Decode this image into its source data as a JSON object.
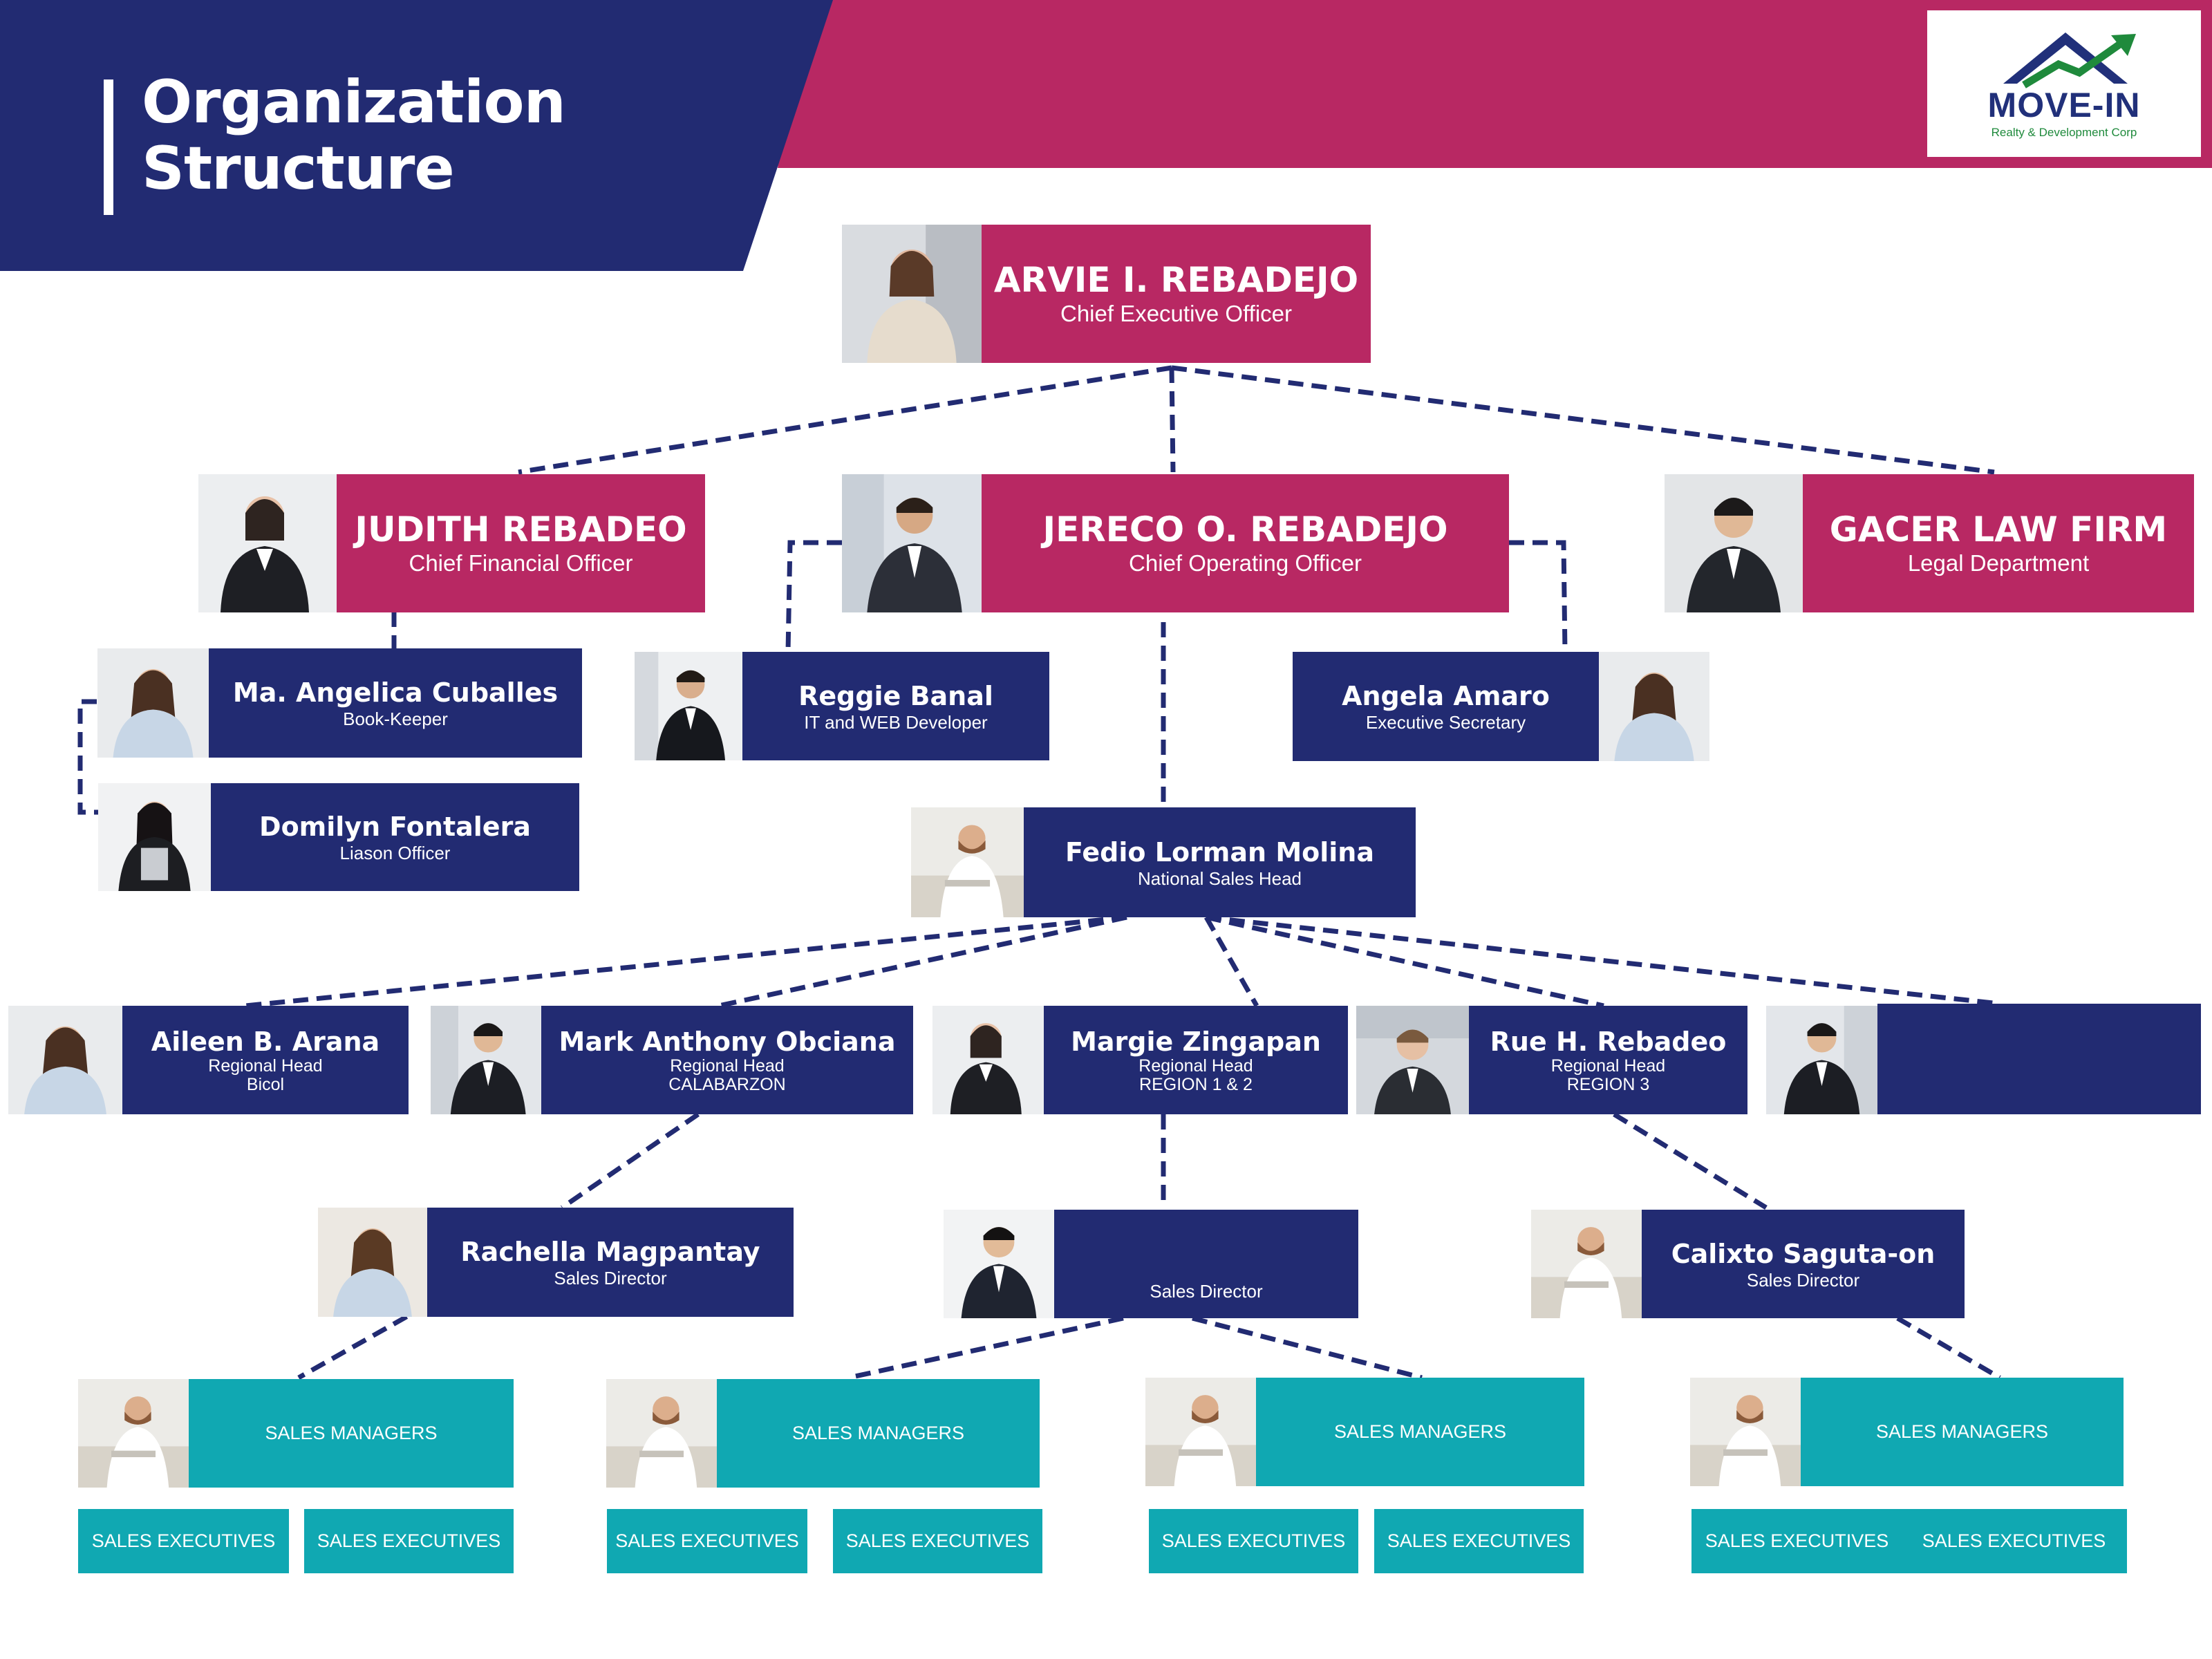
{
  "title": {
    "line1": "Organization",
    "line2": "Structure"
  },
  "logo": {
    "name": "MOVE-IN",
    "tagline": "Realty & Development Corp"
  },
  "colors": {
    "navy": "#222b72",
    "magenta": "#b82863",
    "teal": "#10a8b2",
    "connector": "#222b72",
    "logo_green": "#1f8a3c"
  },
  "ceo": {
    "name": "ARVIE I. REBADEJO",
    "role": "Chief Executive Officer"
  },
  "cfo": {
    "name": "JUDITH REBADEO",
    "role": "Chief Financial Officer"
  },
  "coo": {
    "name": "JERECO O. REBADEJO",
    "role": "Chief Operating Officer"
  },
  "legal": {
    "name": "GACER LAW FIRM",
    "role": "Legal Department"
  },
  "bookkeeper": {
    "name": "Ma. Angelica Cuballes",
    "role": "Book-Keeper"
  },
  "liaison": {
    "name": "Domilyn Fontalera",
    "role": "Liason Officer"
  },
  "it_dev": {
    "name": "Reggie Banal",
    "role": "IT and WEB Developer"
  },
  "secretary": {
    "name": "Angela Amaro",
    "role": "Executive Secretary"
  },
  "nsh": {
    "name": "Fedio Lorman Molina",
    "role": "National Sales Head"
  },
  "regional": [
    {
      "name": "Aileen B. Arana",
      "role": "Regional Head",
      "region": "Bicol"
    },
    {
      "name": "Mark Anthony Obciana",
      "role": "Regional Head",
      "region": "CALABARZON"
    },
    {
      "name": "Margie Zingapan",
      "role": "Regional Head",
      "region": "REGION 1 & 2"
    },
    {
      "name": "Rue H. Rebadeo",
      "role": "Regional Head",
      "region": "REGION 3"
    },
    {
      "name": "",
      "role": "",
      "region": ""
    }
  ],
  "directors": [
    {
      "name": "Rachella Magpantay",
      "role": "Sales Director"
    },
    {
      "name": "",
      "role": "Sales Director"
    },
    {
      "name": "Calixto Saguta-on",
      "role": "Sales Director"
    }
  ],
  "managers": [
    {
      "label": "SALES MANAGERS"
    },
    {
      "label": "SALES MANAGERS"
    },
    {
      "label": "SALES MANAGERS"
    },
    {
      "label": "SALES MANAGERS"
    }
  ],
  "executives": [
    {
      "label": "SALES EXECUTIVES"
    },
    {
      "label": "SALES EXECUTIVES"
    },
    {
      "label": "SALES EXECUTIVES"
    },
    {
      "label": "SALES EXECUTIVES"
    },
    {
      "label": "SALES EXECUTIVES"
    },
    {
      "label": "SALES EXECUTIVES"
    },
    {
      "label": "SALES EXECUTIVES"
    },
    {
      "label": "SALES EXECUTIVES"
    }
  ]
}
